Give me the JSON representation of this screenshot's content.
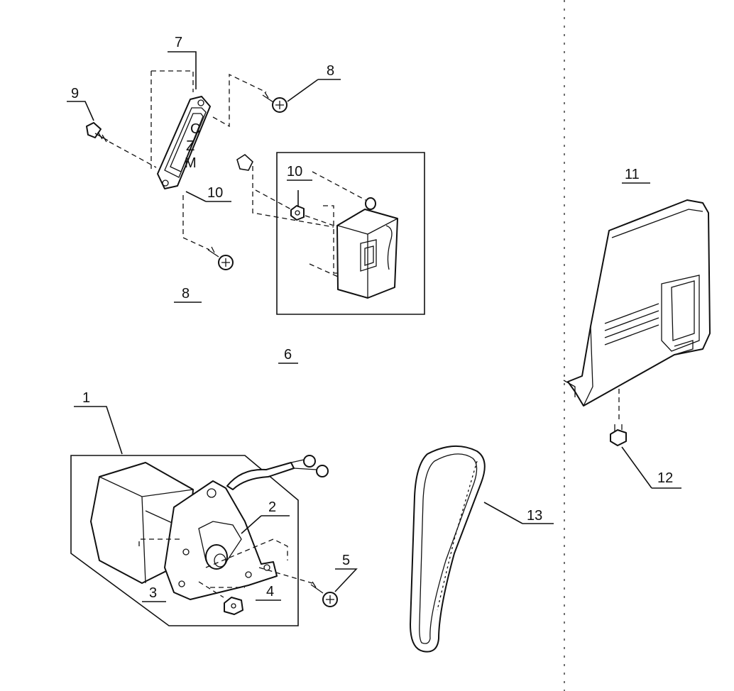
{
  "callouts": {
    "c1": "1",
    "c2": "2",
    "c3": "3",
    "c4": "4",
    "c5": "5",
    "c6": "6",
    "c7": "7",
    "c8a": "8",
    "c8b": "8",
    "c9": "9",
    "c10a": "10",
    "c10b": "10",
    "c11": "11",
    "c12": "12",
    "c13": "13"
  },
  "parts": [
    "motor",
    "motor-bracket",
    "motor-pulley",
    "nut",
    "motor-screw",
    "switch-box",
    "switch-plate",
    "plate-screw",
    "wood-screw",
    "terminal-nut",
    "belt-cover",
    "cover-screw",
    "belt"
  ]
}
